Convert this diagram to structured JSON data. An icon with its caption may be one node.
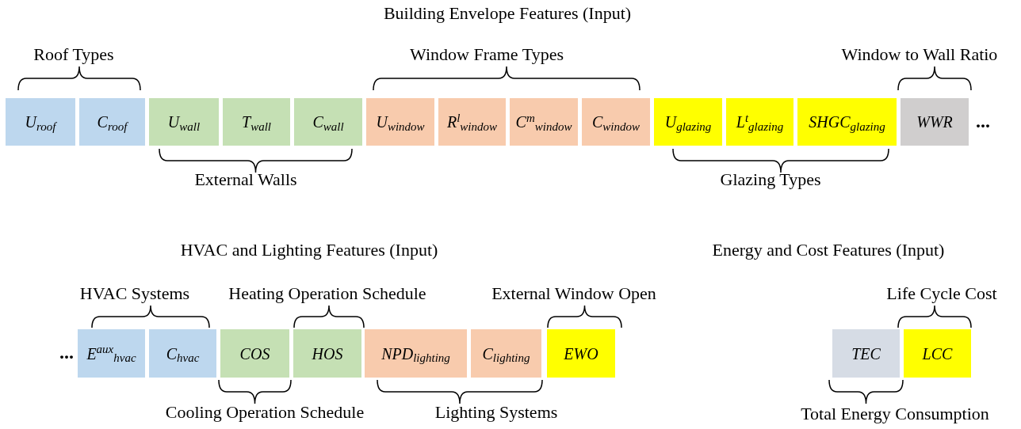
{
  "diagram": {
    "nodes": [
      {
        "text": [
          "U$_{roof}$"
        ]
      },
      {
        "text": [
          "C$_{roof}$"
        ]
      },
      {
        "text": [
          "U$_{wall}$"
        ]
      },
      {
        "text": [
          "T$_{wall}$"
        ]
      },
      {
        "text": [
          "C$_{wall}$"
        ]
      },
      {
        "text": [
          "U$_{window}$"
        ]
      },
      {
        "text": [
          "R$^{l}$$_{window}$"
        ]
      },
      {
        "text": [
          "C$^{m}$$_{window}$"
        ]
      },
      {
        "text": [
          "C$_{window}$"
        ]
      },
      {
        "text": [
          "U$_{glazing}$"
        ]
      },
      {
        "text": [
          "L$^{t}$$_{glazing}$"
        ]
      },
      {
        "text": [
          "SHGC$_{glazing}$"
        ]
      },
      {
        "text": [
          "WWR"
        ]
      },
      {
        "text": [
          "E$^{aux}$$_{hvac}$"
        ]
      },
      {
        "text": [
          "C$_{hvac}$"
        ]
      },
      {
        "text": [
          "COS"
        ]
      },
      {
        "text": [
          "HOS"
        ]
      },
      {
        "text": [
          "NPD$_{lighting}$"
        ]
      },
      {
        "text": [
          "C$_{lighting}$"
        ]
      },
      {
        "text": [
          "EWO"
        ]
      },
      {
        "text": [
          "TEC"
        ]
      },
      {
        "text": [
          "LCC"
        ]
      }
    ],
    "edges": [],
    "labels": [
      "Building Envelope Features (Input)",
      "Roof Types",
      "Window Frame Types",
      "Window to Wall Ratio",
      "...",
      "External Walls",
      "Glazing Types",
      "HVAC and Lighting Features (Input)",
      "Energy and Cost Features (Input)",
      "HVAC Systems",
      "Heating Operation Schedule",
      "External Window Open",
      "Life Cycle Cost",
      "...",
      "Cooling Operation Schedule",
      "Lighting Systems",
      "Total Energy Consumption"
    ]
  }
}
